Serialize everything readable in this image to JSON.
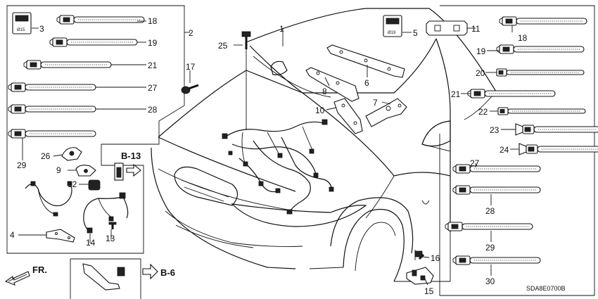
{
  "diagram_code": "SDA8E0700B",
  "direction_label": "FR.",
  "refs": {
    "b13": "B-13",
    "b6": "B-6"
  },
  "clip_marks": {
    "left": "Ø15",
    "right": "Ø19"
  },
  "callouts": {
    "n1": "1",
    "n2": "2",
    "n3": "3",
    "n4": "4",
    "n5": "5",
    "n6": "6",
    "n7": "7",
    "n8": "8",
    "n9": "9",
    "n10": "10",
    "n11": "11",
    "n12": "12",
    "n13": "13",
    "n14": "14",
    "n15": "15",
    "n16": "16",
    "n17": "17",
    "n18": "18",
    "n18b": "18",
    "n19": "19",
    "n19b": "19",
    "n20": "20",
    "n21": "21",
    "n21b": "21",
    "n22": "22",
    "n23": "23",
    "n24": "24",
    "n25": "25",
    "n26": "26",
    "n27": "27",
    "n27b": "27",
    "n28": "28",
    "n28b": "28",
    "n29": "29",
    "n29b": "29",
    "n30": "30"
  }
}
